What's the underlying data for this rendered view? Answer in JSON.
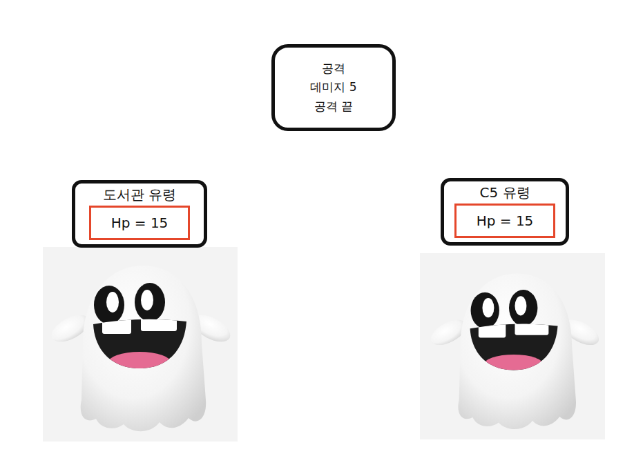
{
  "diagram": {
    "nodes": [
      {
        "text": [
          "공격",
          "데미지 5",
          "공격 끝"
        ]
      },
      {
        "text": [
          "도서관 유령"
        ]
      },
      {
        "text": [
          "Hp = 15"
        ],
        "in": 1
      },
      {
        "text": [
          "C5 유령"
        ]
      },
      {
        "text": [
          "Hp = 15"
        ],
        "in": 3
      }
    ]
  }
}
